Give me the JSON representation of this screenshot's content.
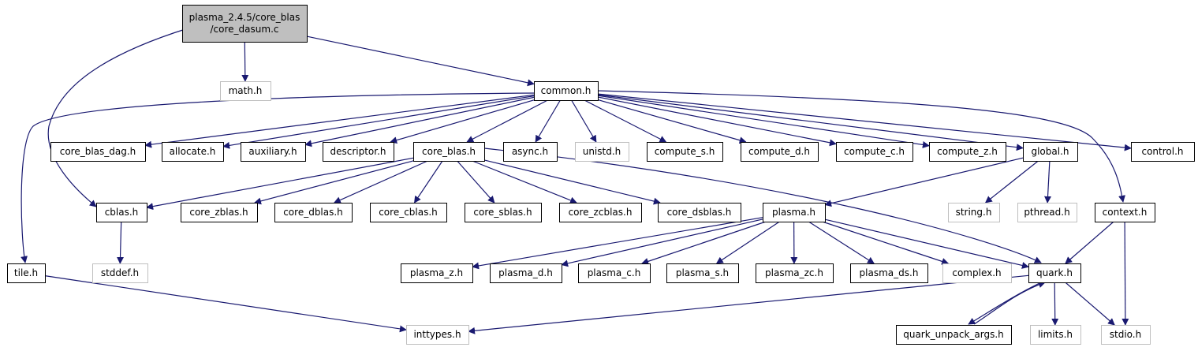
{
  "colors": {
    "edge": "#191970",
    "root_fill": "#bfbfbf",
    "local_border": "#000000",
    "system_border": "#bfbfbf"
  },
  "nodes": [
    {
      "id": "root",
      "lines": [
        "plasma_2.4.5/core_blas",
        "/core_dasum.c"
      ],
      "kind": "root"
    },
    {
      "id": "math",
      "lines": [
        "math.h"
      ],
      "kind": "system"
    },
    {
      "id": "common",
      "lines": [
        "common.h"
      ],
      "kind": "local"
    },
    {
      "id": "core_blas_dag",
      "lines": [
        "core_blas_dag.h"
      ],
      "kind": "local"
    },
    {
      "id": "allocate",
      "lines": [
        "allocate.h"
      ],
      "kind": "local"
    },
    {
      "id": "auxiliary",
      "lines": [
        "auxiliary.h"
      ],
      "kind": "local"
    },
    {
      "id": "descriptor",
      "lines": [
        "descriptor.h"
      ],
      "kind": "local"
    },
    {
      "id": "core_blas",
      "lines": [
        "core_blas.h"
      ],
      "kind": "local"
    },
    {
      "id": "async",
      "lines": [
        "async.h"
      ],
      "kind": "local"
    },
    {
      "id": "unistd",
      "lines": [
        "unistd.h"
      ],
      "kind": "system"
    },
    {
      "id": "compute_s",
      "lines": [
        "compute_s.h"
      ],
      "kind": "local"
    },
    {
      "id": "compute_d",
      "lines": [
        "compute_d.h"
      ],
      "kind": "local"
    },
    {
      "id": "compute_c",
      "lines": [
        "compute_c.h"
      ],
      "kind": "local"
    },
    {
      "id": "compute_z",
      "lines": [
        "compute_z.h"
      ],
      "kind": "local"
    },
    {
      "id": "global",
      "lines": [
        "global.h"
      ],
      "kind": "local"
    },
    {
      "id": "control",
      "lines": [
        "control.h"
      ],
      "kind": "local"
    },
    {
      "id": "cblas",
      "lines": [
        "cblas.h"
      ],
      "kind": "local"
    },
    {
      "id": "core_zblas",
      "lines": [
        "core_zblas.h"
      ],
      "kind": "local"
    },
    {
      "id": "core_dblas",
      "lines": [
        "core_dblas.h"
      ],
      "kind": "local"
    },
    {
      "id": "core_cblas",
      "lines": [
        "core_cblas.h"
      ],
      "kind": "local"
    },
    {
      "id": "core_sblas",
      "lines": [
        "core_sblas.h"
      ],
      "kind": "local"
    },
    {
      "id": "core_zcblas",
      "lines": [
        "core_zcblas.h"
      ],
      "kind": "local"
    },
    {
      "id": "core_dsblas",
      "lines": [
        "core_dsblas.h"
      ],
      "kind": "local"
    },
    {
      "id": "plasma",
      "lines": [
        "plasma.h"
      ],
      "kind": "local"
    },
    {
      "id": "string",
      "lines": [
        "string.h"
      ],
      "kind": "system"
    },
    {
      "id": "pthread",
      "lines": [
        "pthread.h"
      ],
      "kind": "system"
    },
    {
      "id": "context",
      "lines": [
        "context.h"
      ],
      "kind": "local"
    },
    {
      "id": "tile",
      "lines": [
        "tile.h"
      ],
      "kind": "local"
    },
    {
      "id": "stddef",
      "lines": [
        "stddef.h"
      ],
      "kind": "system"
    },
    {
      "id": "plasma_z",
      "lines": [
        "plasma_z.h"
      ],
      "kind": "local"
    },
    {
      "id": "plasma_d",
      "lines": [
        "plasma_d.h"
      ],
      "kind": "local"
    },
    {
      "id": "plasma_c",
      "lines": [
        "plasma_c.h"
      ],
      "kind": "local"
    },
    {
      "id": "plasma_s",
      "lines": [
        "plasma_s.h"
      ],
      "kind": "local"
    },
    {
      "id": "plasma_zc",
      "lines": [
        "plasma_zc.h"
      ],
      "kind": "local"
    },
    {
      "id": "plasma_ds",
      "lines": [
        "plasma_ds.h"
      ],
      "kind": "local"
    },
    {
      "id": "complex",
      "lines": [
        "complex.h"
      ],
      "kind": "system"
    },
    {
      "id": "quark",
      "lines": [
        "quark.h"
      ],
      "kind": "local"
    },
    {
      "id": "inttypes",
      "lines": [
        "inttypes.h"
      ],
      "kind": "system"
    },
    {
      "id": "quark_unpack_args",
      "lines": [
        "quark_unpack_args.h"
      ],
      "kind": "local"
    },
    {
      "id": "limits",
      "lines": [
        "limits.h"
      ],
      "kind": "system"
    },
    {
      "id": "stdio",
      "lines": [
        "stdio.h"
      ],
      "kind": "system"
    }
  ],
  "edges": [
    [
      "root",
      "math"
    ],
    [
      "root",
      "common"
    ],
    [
      "root",
      "cblas"
    ],
    [
      "common",
      "core_blas_dag"
    ],
    [
      "common",
      "allocate"
    ],
    [
      "common",
      "auxiliary"
    ],
    [
      "common",
      "descriptor"
    ],
    [
      "common",
      "core_blas"
    ],
    [
      "common",
      "async"
    ],
    [
      "common",
      "unistd"
    ],
    [
      "common",
      "compute_s"
    ],
    [
      "common",
      "compute_d"
    ],
    [
      "common",
      "compute_c"
    ],
    [
      "common",
      "compute_z"
    ],
    [
      "common",
      "global"
    ],
    [
      "common",
      "control"
    ],
    [
      "common",
      "context"
    ],
    [
      "common",
      "tile"
    ],
    [
      "core_blas",
      "cblas"
    ],
    [
      "core_blas",
      "core_zblas"
    ],
    [
      "core_blas",
      "core_dblas"
    ],
    [
      "core_blas",
      "core_cblas"
    ],
    [
      "core_blas",
      "core_sblas"
    ],
    [
      "core_blas",
      "core_zcblas"
    ],
    [
      "core_blas",
      "core_dsblas"
    ],
    [
      "core_blas",
      "quark"
    ],
    [
      "global",
      "plasma"
    ],
    [
      "global",
      "string"
    ],
    [
      "global",
      "pthread"
    ],
    [
      "cblas",
      "stddef"
    ],
    [
      "plasma",
      "plasma_z"
    ],
    [
      "plasma",
      "plasma_d"
    ],
    [
      "plasma",
      "plasma_c"
    ],
    [
      "plasma",
      "plasma_s"
    ],
    [
      "plasma",
      "plasma_zc"
    ],
    [
      "plasma",
      "plasma_ds"
    ],
    [
      "plasma",
      "complex"
    ],
    [
      "plasma",
      "quark"
    ],
    [
      "context",
      "quark"
    ],
    [
      "context",
      "stdio"
    ],
    [
      "tile",
      "inttypes"
    ],
    [
      "quark",
      "inttypes"
    ],
    [
      "quark",
      "quark_unpack_args"
    ],
    [
      "quark",
      "limits"
    ],
    [
      "quark",
      "stdio"
    ],
    [
      "quark_unpack_args",
      "quark"
    ]
  ]
}
